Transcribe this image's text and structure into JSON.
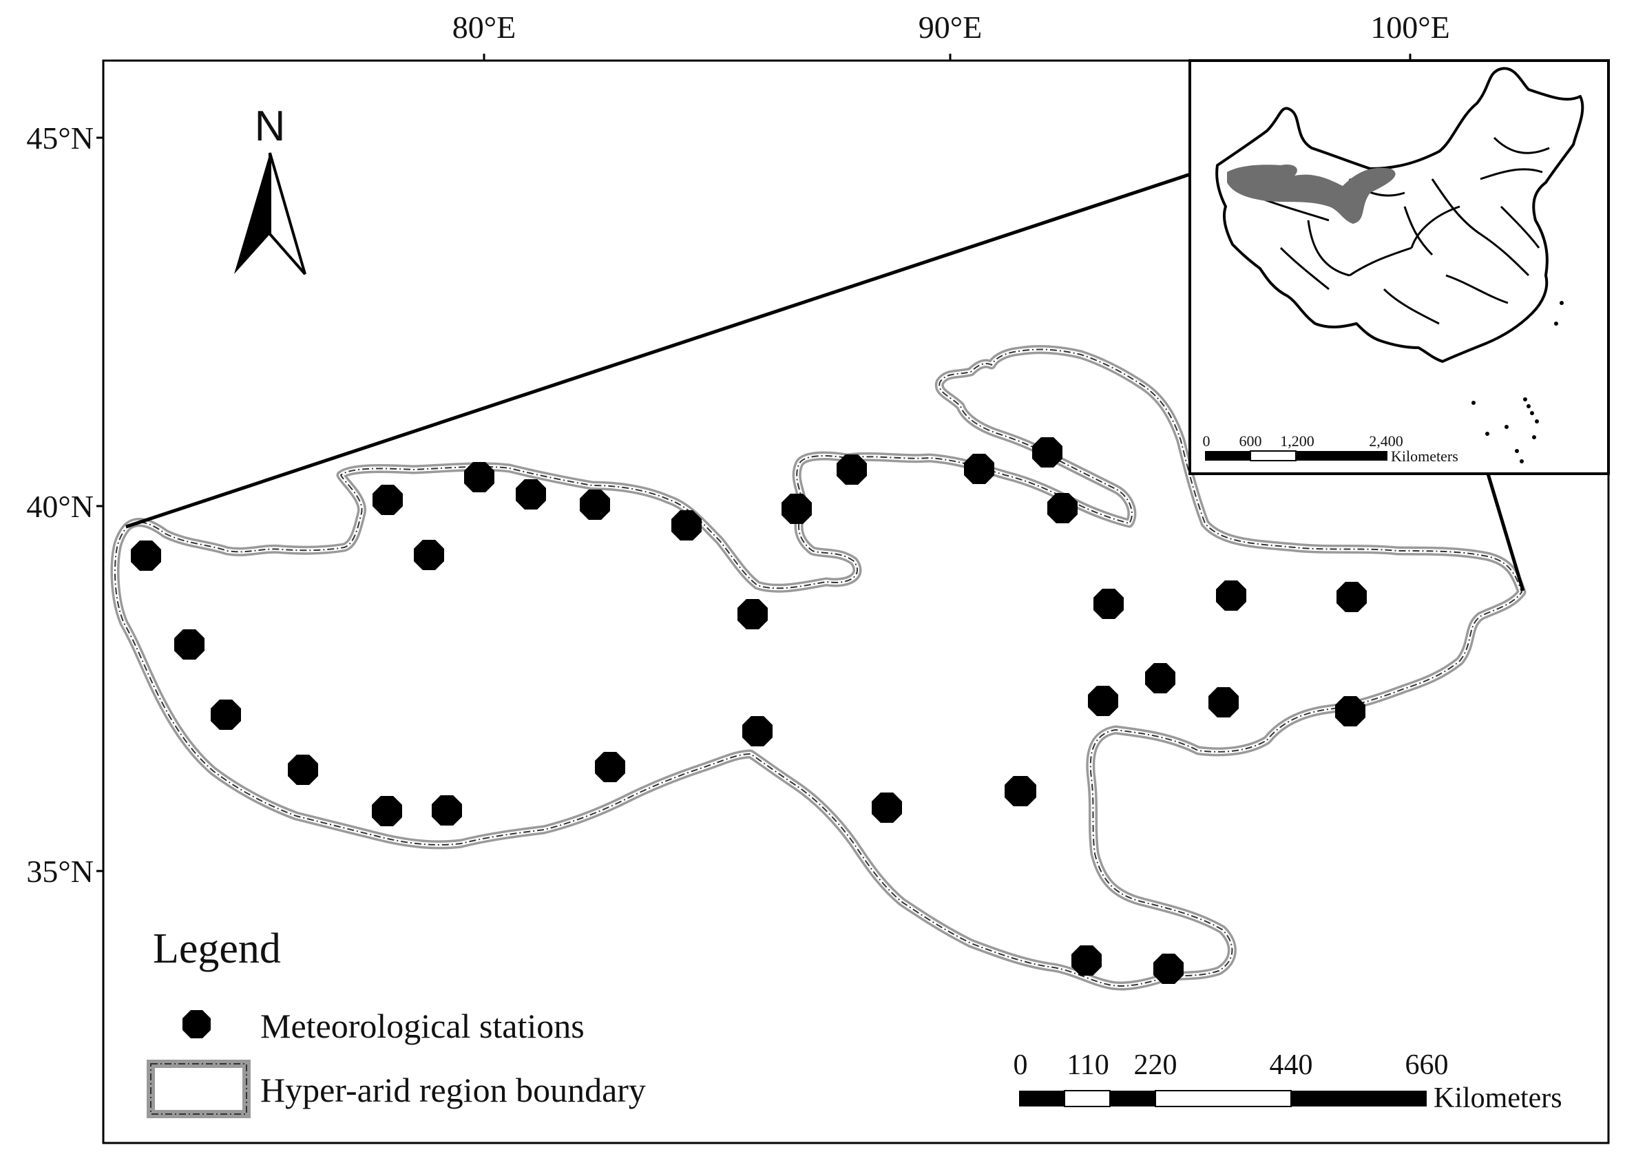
{
  "map": {
    "longitude_labels": [
      "80°E",
      "90°E",
      "100°E"
    ],
    "latitude_labels": [
      "45°N",
      "40°N",
      "35°N"
    ],
    "north_arrow_label": "N",
    "legend": {
      "title": "Legend",
      "items": [
        {
          "label": "Meteorological stations",
          "symbol": "station-icon"
        },
        {
          "label": "Hyper-arid region boundary",
          "symbol": "boundary-swatch-icon"
        }
      ]
    },
    "main_scale_bar": {
      "ticks": [
        "0",
        "110",
        "220",
        "440",
        "660"
      ],
      "unit": "Kilometers"
    },
    "inset": {
      "description_label": "",
      "scale_bar": {
        "ticks": [
          "0",
          "600",
          "1,200",
          "2,400"
        ],
        "unit": "Kilometers"
      },
      "highlight_color": "#6e6e6e"
    },
    "colors": {
      "boundary_outer": "#9a9a9a",
      "station_fill": "#000000",
      "frame": "#000000"
    },
    "station_count": 32
  }
}
